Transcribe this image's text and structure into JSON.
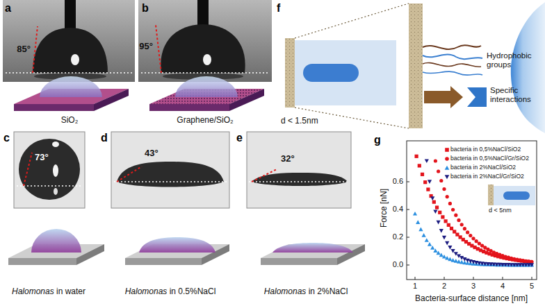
{
  "diagram": {
    "labels": [
      "a",
      "85°",
      "SiO₂",
      "b",
      "95°",
      "Graphene/SiO₂",
      "c",
      "73°",
      "Halomonas in water",
      "d",
      "43°",
      "Halomonas in 0.5%NaCl",
      "e",
      "32°",
      "Halomonas in 2%NaCl",
      "f",
      "d < 1.5nm",
      "Hydrophobic groups",
      "Specific interactions",
      "g",
      "0.6",
      "0.4",
      "0.2",
      "0.0",
      "1",
      "2",
      "3",
      "4",
      "5",
      "Force [nN]",
      "Bacteria-surface distance [nm]",
      "d < 5nm"
    ],
    "legend": [
      {
        "text": "bacteria in 0,5%NaCl/SiO2"
      },
      {
        "text": "bacteria in 0,5%NaCl/Gr/SiO2"
      },
      {
        "text": "bacteria in 2%NaCl/SiO2"
      },
      {
        "text": "bacteria in 2%NaCl/Gr/SiO2"
      }
    ]
  }
}
